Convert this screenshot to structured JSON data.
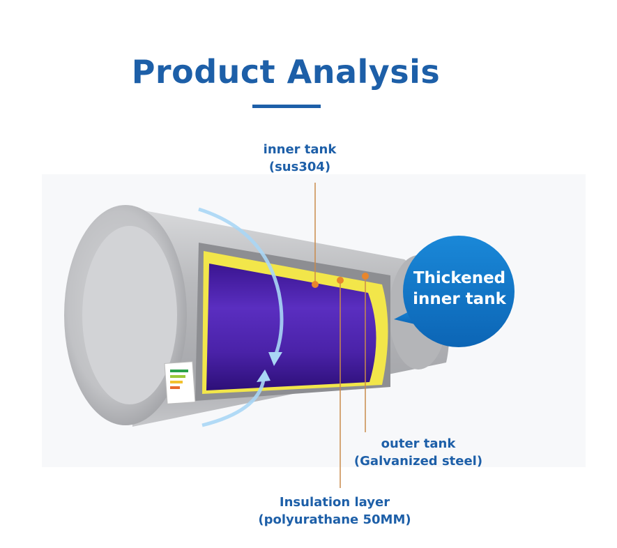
{
  "title": "Product Analysis",
  "callouts": {
    "inner_tank": {
      "line1": "inner tank",
      "line2": "(sus304)"
    },
    "outer_tank": {
      "line1": "outer tank",
      "line2": "(Galvanized steel)"
    },
    "insulation": {
      "line1": "Insulation layer",
      "line2": "(polyurathane 50MM)"
    }
  },
  "bubble": {
    "line1": "Thickened",
    "line2": "inner tank"
  },
  "colors": {
    "title": "#1d5fa8",
    "bubble": "#1278c8",
    "inner_tank_fill": "#4a20a8",
    "insulation": "#f2e64a",
    "leader_line": "#c98a4b",
    "marker": "#e8862c"
  }
}
